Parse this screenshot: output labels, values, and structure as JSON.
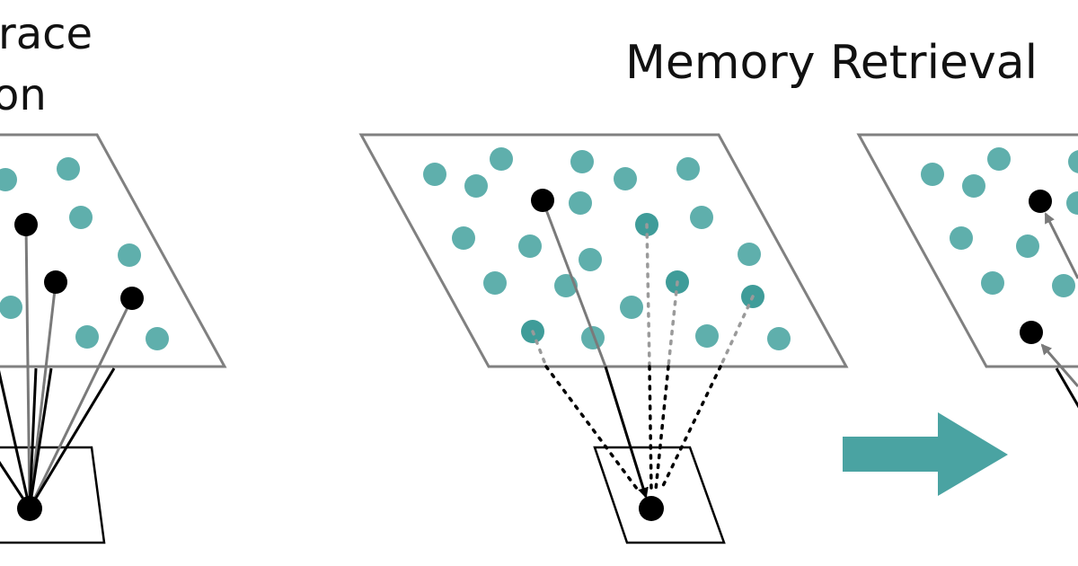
{
  "titles": {
    "left_line1": "race",
    "left_line2": "on",
    "right": "Memory Retrieval"
  },
  "colors": {
    "memory_dot": "#5fafac",
    "active_dot": "#000000",
    "plane_stroke": "#808080",
    "arrow": "#4aa3a2",
    "line_dark": "#000000",
    "line_grey": "#7a7a7a"
  }
}
